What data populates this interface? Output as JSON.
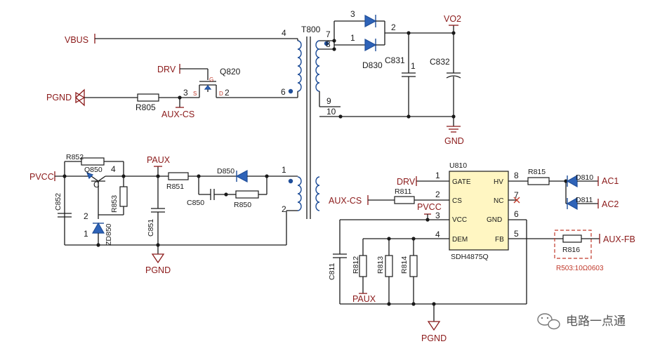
{
  "labels": {
    "vbus": "VBUS",
    "drv_q": "DRV",
    "q820": "Q820",
    "pgnd_top": "PGND",
    "r805": "R805",
    "aux_cs_top": "AUX-CS",
    "t800": "T800",
    "d830": "D830",
    "c831": "C831",
    "c832": "C832",
    "vo2": "VO2",
    "gnd": "GND",
    "r852": "R852",
    "q850": "Q850",
    "pvcc_left": "PVCC",
    "c852": "C852",
    "r853": "R853",
    "zd850": "ZD850",
    "paux_top": "PAUX",
    "r851": "R851",
    "c851": "C851",
    "d850": "D850",
    "c850": "C850",
    "r850": "R850",
    "pgnd_mid": "PGND",
    "q850_c": "C",
    "u810": "U810",
    "drv_u": "DRV",
    "r811": "R811",
    "aux_cs_u": "AUX-CS",
    "pvcc_u": "PVCC",
    "c811": "C811",
    "r812": "R812",
    "r813": "R813",
    "r814": "R814",
    "paux_bot": "PAUX",
    "pgnd_bot": "PGND",
    "r815": "R815",
    "d810": "D810",
    "d811": "D811",
    "ac1": "AC1",
    "ac2": "AC2",
    "r816": "R816",
    "aux_fb": "AUX-FB",
    "note": "R503:10Ω0603",
    "chip_name": "SDH4875Q",
    "watermark": "电路一点通"
  },
  "pin_numbers": {
    "t_4": "4",
    "t_6": "6",
    "t_7": "7",
    "t_8": "8",
    "t_9": "9",
    "t_10": "10",
    "t_1": "1",
    "t_2": "2",
    "d830_3": "3",
    "d830_1": "1",
    "d830_2": "2",
    "c831_1": "1",
    "q820_3": "3",
    "q820_2": "2",
    "q850_4": "4",
    "zd_2": "2",
    "zd_1": "1",
    "u_1": "1",
    "u_2": "2",
    "u_3": "3",
    "u_4": "4",
    "u_8": "8",
    "u_7": "7",
    "u_6": "6",
    "u_5": "5"
  },
  "chip_pins": {
    "gate": "GATE",
    "cs": "CS",
    "vcc": "VCC",
    "dem": "DEM",
    "hv": "HV",
    "nc": "NC",
    "gnd": "GND",
    "fb": "FB"
  },
  "fet_pins": {
    "g": "G",
    "s": "S",
    "d": "D"
  }
}
